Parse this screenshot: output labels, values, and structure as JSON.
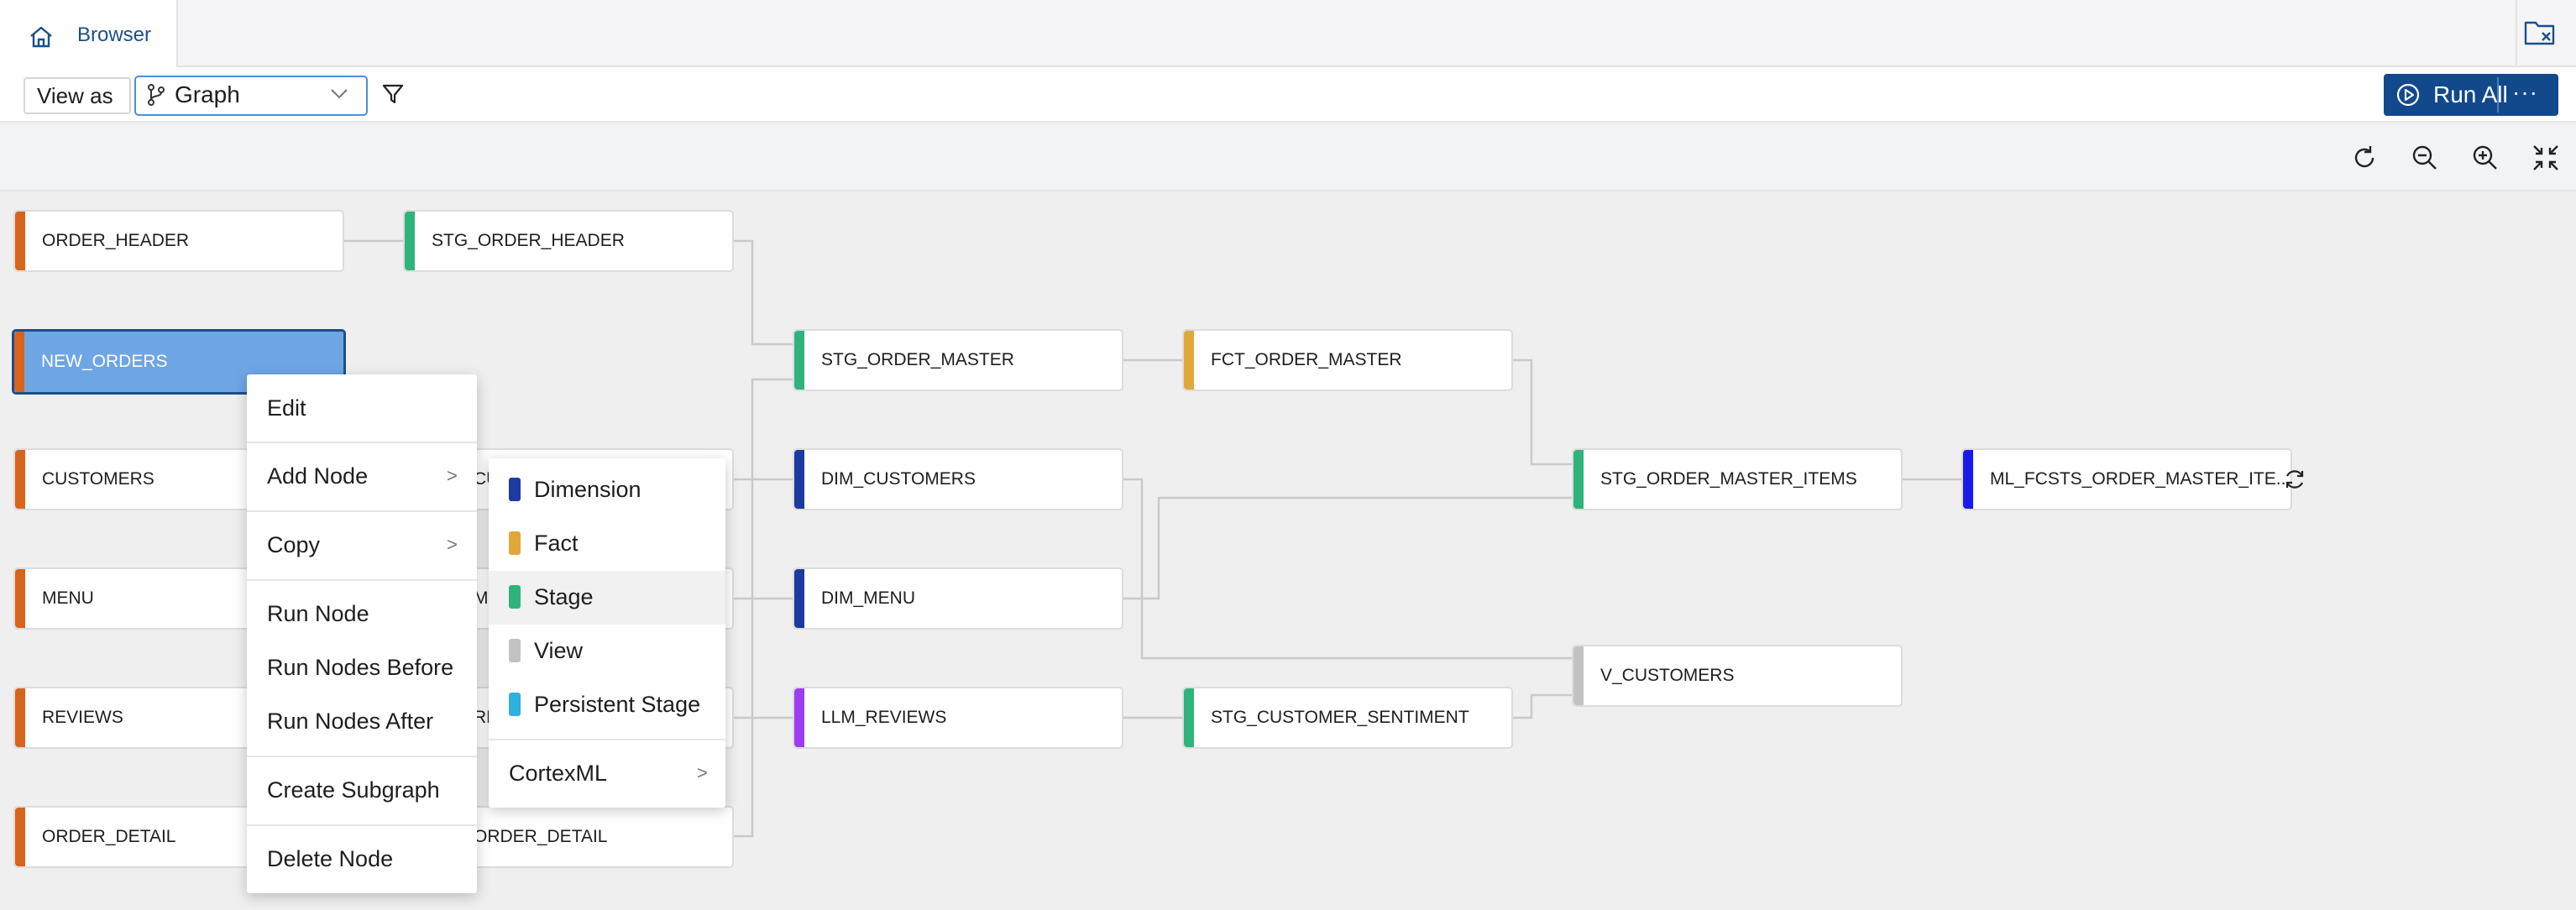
{
  "tab": {
    "label": "Browser"
  },
  "toolbar": {
    "view_as_label": "View as",
    "view_mode_selected": "Graph",
    "run_all_label": "Run All",
    "run_more_label": "···"
  },
  "colors": {
    "accent": "#12498c",
    "node_source": "#d9631a",
    "node_stage": "#2fb37a",
    "node_dimension": "#1f3a9e",
    "node_fact": "#e0a83a",
    "node_view": "#c2c2c2",
    "node_persistent_stage": "#2fb1de",
    "node_llm": "#9b3df0",
    "node_ml": "#1a1aee"
  },
  "nodes": {
    "order_header": "ORDER_HEADER",
    "new_orders": "NEW_ORDERS",
    "customers": "CUSTOMERS",
    "menu": "MENU",
    "reviews": "REVIEWS",
    "order_detail": "ORDER_DETAIL",
    "stg_order_header": "STG_ORDER_HEADER",
    "stg_customers_partial": "CU",
    "stg_menu_partial": "M",
    "stg_reviews_partial": "RE",
    "stg_order_detail_partial": "ORDER_DETAIL",
    "stg_order_master": "STG_ORDER_MASTER",
    "dim_customers": "DIM_CUSTOMERS",
    "dim_menu": "DIM_MENU",
    "llm_reviews": "LLM_REVIEWS",
    "fct_order_master": "FCT_ORDER_MASTER",
    "stg_customer_sentiment": "STG_CUSTOMER_SENTIMENT",
    "stg_order_master_items": "STG_ORDER_MASTER_ITEMS",
    "v_customers": "V_CUSTOMERS",
    "ml_fcsts": "ML_FCSTS_ORDER_MASTER_ITE..."
  },
  "context_menu": {
    "edit": "Edit",
    "add_node": "Add Node",
    "copy": "Copy",
    "run_node": "Run Node",
    "run_nodes_before": "Run Nodes Before",
    "run_nodes_after": "Run Nodes After",
    "create_subgraph": "Create Subgraph",
    "delete_node": "Delete Node",
    "arrow": ">"
  },
  "add_node_menu": {
    "dimension": "Dimension",
    "fact": "Fact",
    "stage": "Stage",
    "view": "View",
    "persistent_stage": "Persistent Stage",
    "cortexml": "CortexML",
    "arrow": ">"
  },
  "icons": {
    "home": "home-icon",
    "folder": "folder-close-icon",
    "branch": "branch-icon",
    "chevron": "chevron-down-icon",
    "filter": "filter-icon",
    "play": "play-circle-icon",
    "refresh": "refresh-icon",
    "zoom_out": "zoom-out-icon",
    "zoom_in": "zoom-in-icon",
    "fit": "fit-view-icon"
  }
}
